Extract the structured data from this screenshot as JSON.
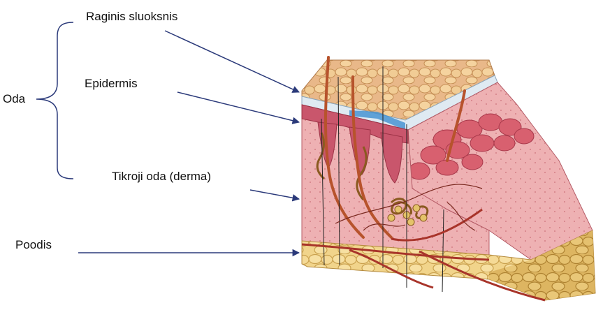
{
  "labels": {
    "oda": "Oda",
    "raginis_sluoksnis": "Raginis sluoksnis",
    "epidermis": "Epidermis",
    "tikroji_oda": "Tikroji oda (derma)",
    "poodis": "Poodis"
  },
  "colors": {
    "arrow": "#2b3a7a",
    "brace": "#2b3a7a",
    "fat": "#e8c77a",
    "dermis": "#e9a3a8",
    "epidermis": "#c7566b",
    "stratum_corneum": "#dbe6ef",
    "vessel": "#a83a2a"
  }
}
